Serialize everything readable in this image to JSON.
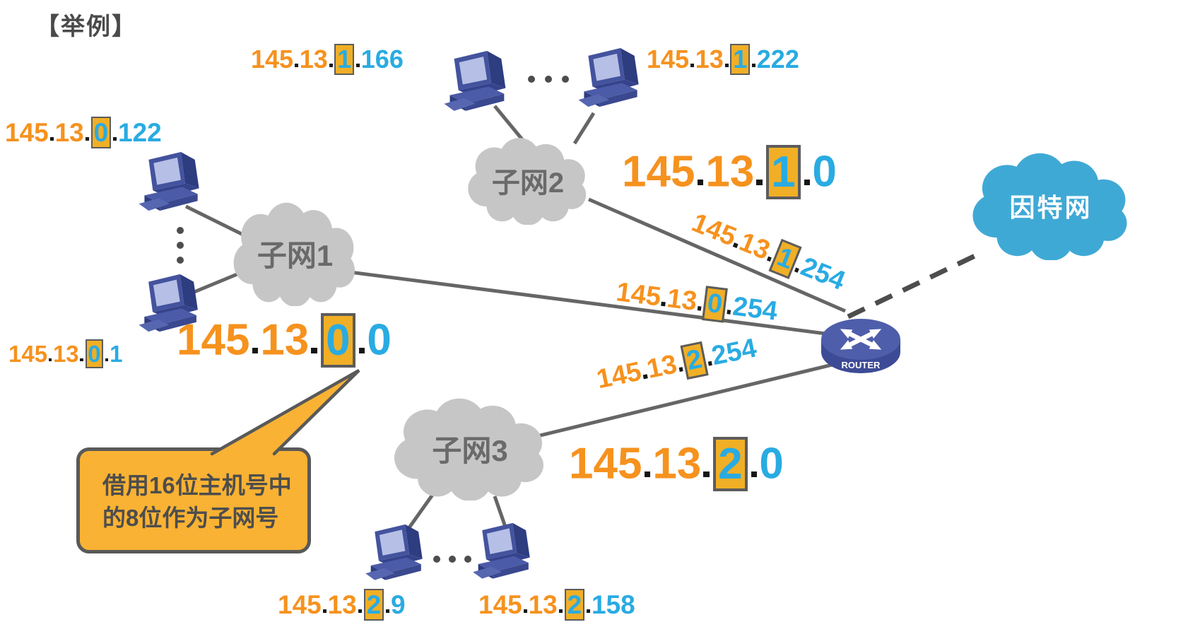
{
  "title": "【举例】",
  "clouds": {
    "subnet1": "子网1",
    "subnet2": "子网2",
    "subnet3": "子网3",
    "internet": "因特网"
  },
  "router": {
    "label": "ROUTER"
  },
  "callout": {
    "lines": [
      "借用16位主机号中",
      "的8位作为子网号"
    ]
  },
  "ip_labels": [
    {
      "id": "ip-1-166",
      "octets": [
        "145",
        "13",
        "1",
        "166"
      ],
      "boxed": 2
    },
    {
      "id": "ip-1-222",
      "octets": [
        "145",
        "13",
        "1",
        "222"
      ],
      "boxed": 2
    },
    {
      "id": "ip-0-122",
      "octets": [
        "145",
        "13",
        "0",
        "122"
      ],
      "boxed": 2
    },
    {
      "id": "ip-0-1",
      "octets": [
        "145",
        "13",
        "0",
        "1"
      ],
      "boxed": 2
    },
    {
      "id": "ip-2-9",
      "octets": [
        "145",
        "13",
        "2",
        "9"
      ],
      "boxed": 2
    },
    {
      "id": "ip-2-158",
      "octets": [
        "145",
        "13",
        "2",
        "158"
      ],
      "boxed": 2
    },
    {
      "id": "net-0",
      "octets": [
        "145",
        "13",
        "0",
        "0"
      ],
      "boxed": 2
    },
    {
      "id": "net-1",
      "octets": [
        "145",
        "13",
        "1",
        "0"
      ],
      "boxed": 2
    },
    {
      "id": "net-2",
      "octets": [
        "145",
        "13",
        "2",
        "0"
      ],
      "boxed": 2
    },
    {
      "id": "if-1-254",
      "octets": [
        "145",
        "13",
        "1",
        "254"
      ],
      "boxed": 2
    },
    {
      "id": "if-0-254",
      "octets": [
        "145",
        "13",
        "0",
        "254"
      ],
      "boxed": 2
    },
    {
      "id": "if-2-254",
      "octets": [
        "145",
        "13",
        "2",
        "254"
      ],
      "boxed": 2
    }
  ],
  "colors": {
    "octet_orange": "#F6921E",
    "octet_blue": "#29ABE2",
    "subnet_box_bg": "#F0AF26",
    "subnet_box_border": "#5C5C5C",
    "cloud_gray": "#C6C6C6",
    "internet_blue": "#3FA9D5",
    "line_gray": "#666666",
    "callout_bg": "#F9B233",
    "callout_border": "#595959",
    "router_blue": "#4F5EAA"
  }
}
